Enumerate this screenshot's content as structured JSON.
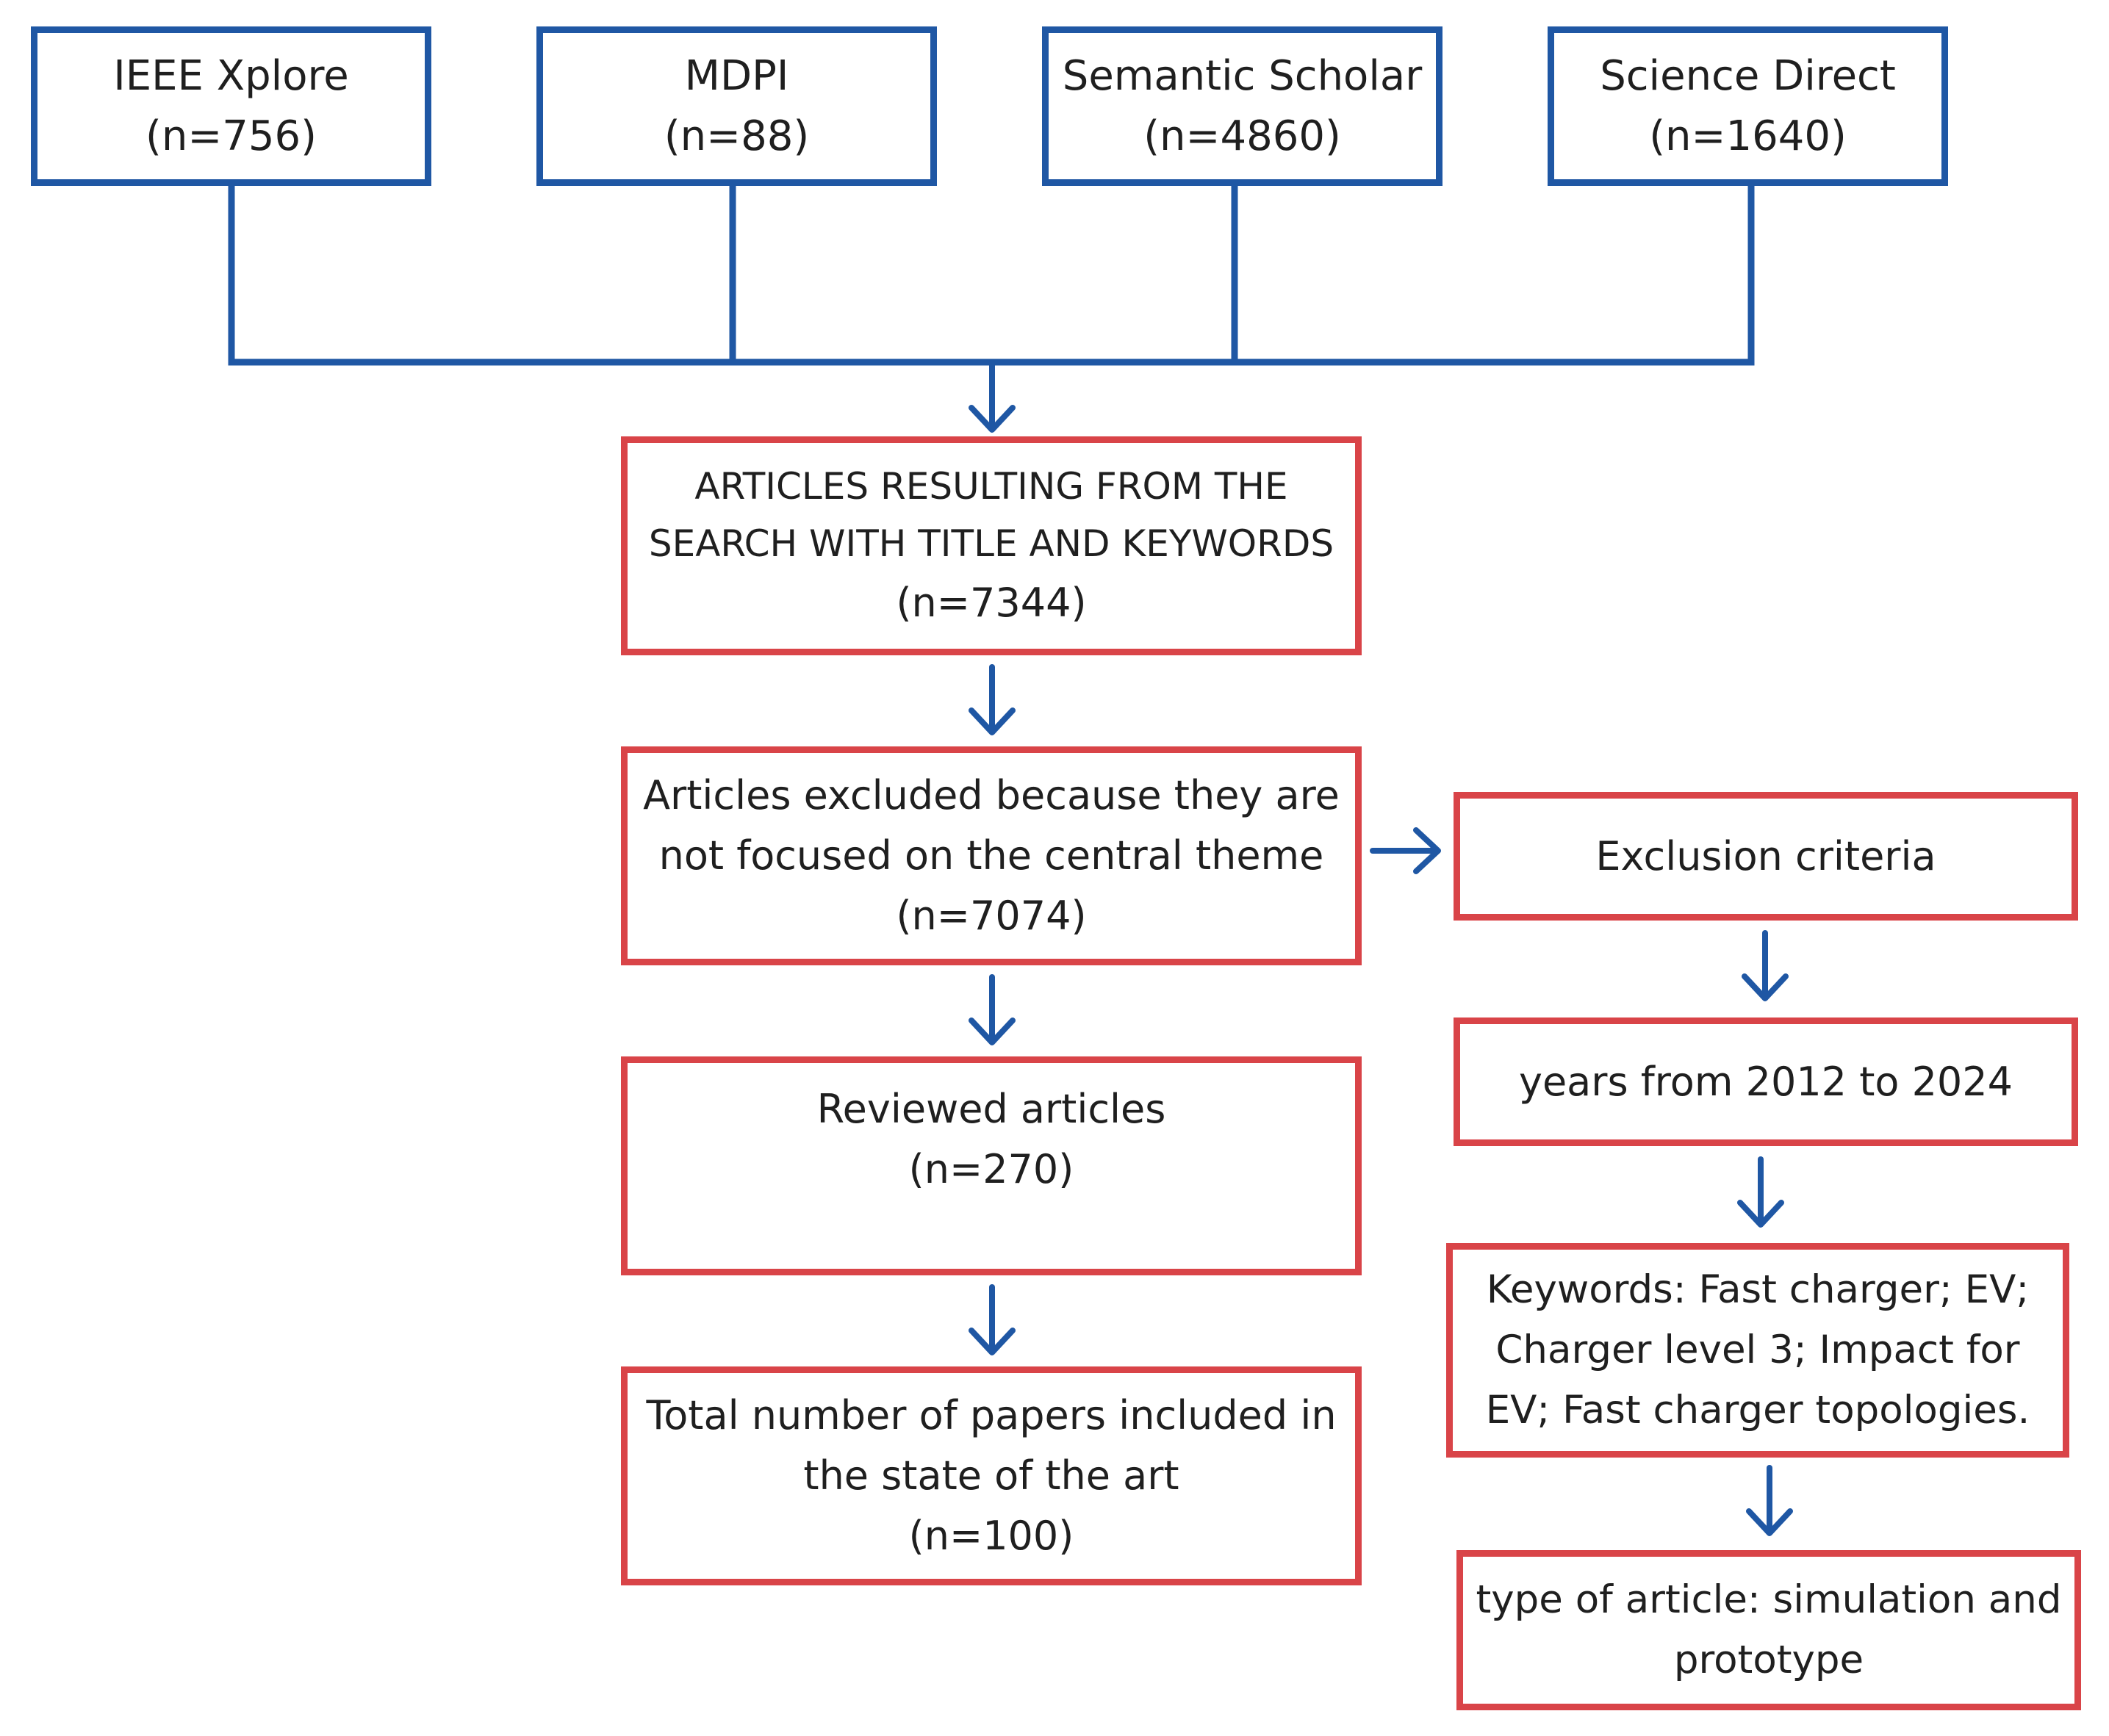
{
  "colors": {
    "source_border": "#1f57a4",
    "step_border": "#d94448",
    "connector": "#1f57a4",
    "text": "#1f1f1f"
  },
  "sources": [
    {
      "name": "IEEE Xplore",
      "count": "(n=756)"
    },
    {
      "name": "MDPI",
      "count": "(n=88)"
    },
    {
      "name": "Semantic Scholar",
      "count": "(n=4860)"
    },
    {
      "name": "Science Direct",
      "count": "(n=1640)"
    }
  ],
  "main_flow": {
    "search": {
      "line1": "ARTICLES RESULTING FROM THE",
      "line2": "SEARCH WITH TITLE AND KEYWORDS",
      "count": "(n=7344)"
    },
    "excluded": {
      "line1": "Articles excluded because they are",
      "line2": "not focused on the central theme",
      "count": "(n=7074)"
    },
    "reviewed": {
      "line1": "Reviewed articles",
      "count": "(n=270)"
    },
    "included": {
      "line1": "Total number of papers included in",
      "line2": "the state of the art",
      "count": "(n=100)"
    }
  },
  "criteria": {
    "title": "Exclusion criteria",
    "years": "years from 2012 to 2024",
    "keywords": {
      "line1": "Keywords: Fast charger; EV;",
      "line2": "Charger level 3; Impact for",
      "line3": "EV; Fast charger topologies."
    },
    "type": {
      "line1": "type of article: simulation and",
      "line2": "prototype"
    }
  }
}
